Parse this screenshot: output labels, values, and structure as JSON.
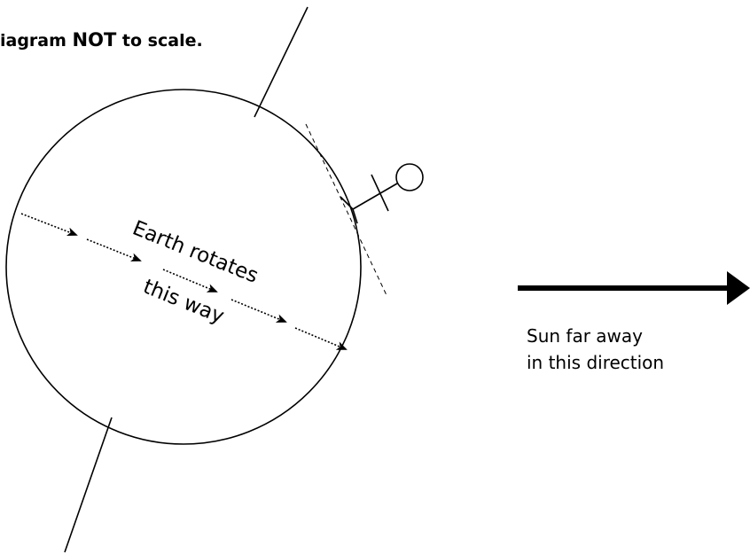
{
  "header": {
    "prefix": "iagram ",
    "emphasis": "NOT",
    "suffix": " to scale."
  },
  "earth": {
    "rotation_label_line1": "Earth rotates",
    "rotation_label_line2": "this way"
  },
  "sun": {
    "label_line1": "Sun far away",
    "label_line2": "in this direction"
  },
  "colors": {
    "ink": "#000000",
    "background": "#ffffff"
  },
  "icons": {
    "observer": "stick-figure-icon",
    "sun_direction": "arrow-right-icon"
  }
}
